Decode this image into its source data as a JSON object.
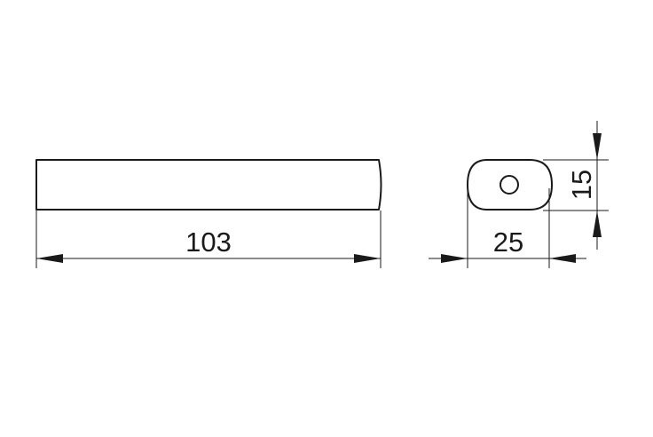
{
  "drawing": {
    "dimensions": {
      "length": "103",
      "width": "25",
      "height": "15"
    },
    "line_color": "#1a1a1a",
    "background_color": "#ffffff"
  }
}
